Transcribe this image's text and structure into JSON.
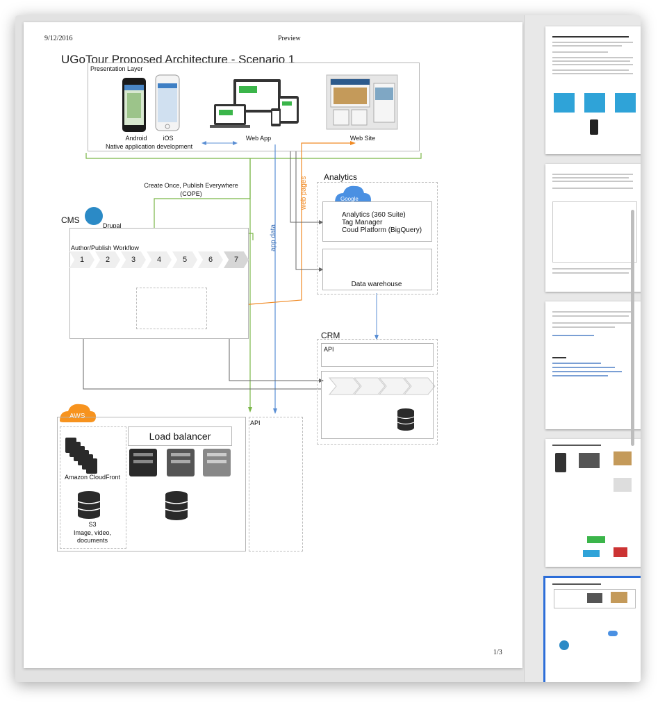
{
  "header": {
    "date": "9/12/2016",
    "center": "Preview"
  },
  "doc_title": "UGoTour Proposed Architecture - Scenario 1",
  "presentation": {
    "label": "Presentation Layer",
    "android": "Android",
    "ios": "iOS",
    "native": "Native application development",
    "webapp": "Web App",
    "website": "Web Site"
  },
  "cope": {
    "line1": "Create Once, Publish Everywhere",
    "line2": "(COPE)"
  },
  "cms": {
    "label": "CMS",
    "drupal": "Drupal",
    "workflow": "Author/Publish Workflow",
    "steps": [
      "1",
      "2",
      "3",
      "4",
      "5",
      "6",
      "7"
    ]
  },
  "analytics": {
    "label": "Analytics",
    "google": "Google",
    "line1": "Analytics (360 Suite)",
    "line2": "Tag Manager",
    "line3": "Coud Platform (BigQuery)",
    "warehouse": "Data warehouse"
  },
  "flow_labels": {
    "web_pages": "web pages",
    "app_data": "app data"
  },
  "crm": {
    "label": "CRM",
    "api": "API"
  },
  "aws": {
    "badge": "AWS",
    "load_balancer": "Load balancer",
    "cloudfront": "Amazon CloudFront",
    "s3": "S3",
    "s3_sub1": "Image, video,",
    "s3_sub2": "documents",
    "api": "API"
  },
  "page_number": "1/3",
  "colors": {
    "green": "#7ab648",
    "orange": "#f08a24",
    "blue": "#5b8fd4",
    "gray": "#777777",
    "selected": "#2d6ed8"
  }
}
